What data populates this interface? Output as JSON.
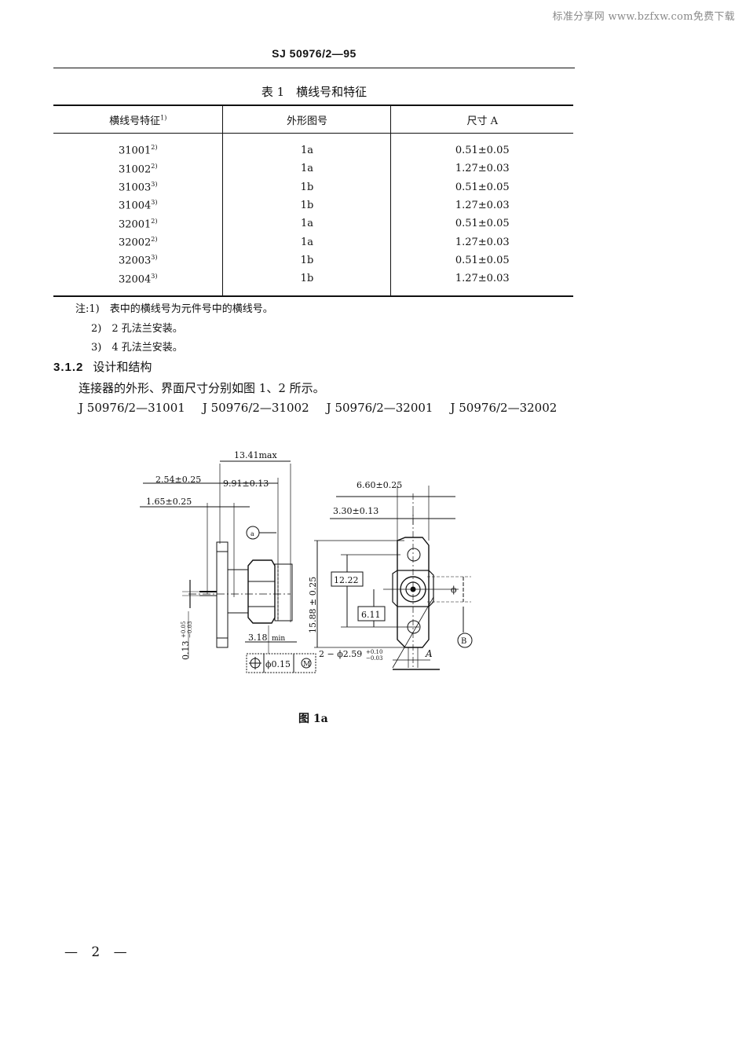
{
  "watermark": "标准分享网 www.bzfxw.com免费下载",
  "header": {
    "standard_code": "SJ 50976/2—95"
  },
  "table1": {
    "title": "表 1　横线号和特征",
    "columns": [
      "横线号特征",
      "外形图号",
      "尺寸 A"
    ],
    "column_note_marker": "1)",
    "rows": [
      {
        "id": "31001",
        "note": "2)",
        "figure": "1a",
        "dim_a": "0.51±0.05"
      },
      {
        "id": "31002",
        "note": "2)",
        "figure": "1a",
        "dim_a": "1.27±0.03"
      },
      {
        "id": "31003",
        "note": "3)",
        "figure": "1b",
        "dim_a": "0.51±0.05"
      },
      {
        "id": "31004",
        "note": "3)",
        "figure": "1b",
        "dim_a": "1.27±0.03"
      },
      {
        "id": "32001",
        "note": "2)",
        "figure": "1a",
        "dim_a": "0.51±0.05"
      },
      {
        "id": "32002",
        "note": "2)",
        "figure": "1a",
        "dim_a": "1.27±0.03"
      },
      {
        "id": "32003",
        "note": "3)",
        "figure": "1b",
        "dim_a": "0.51±0.05"
      },
      {
        "id": "32004",
        "note": "3)",
        "figure": "1b",
        "dim_a": "1.27±0.03"
      }
    ]
  },
  "notes": {
    "n1": "注:1)　表中的横线号为元件号中的横线号。",
    "n2": "2)　2 孔法兰安装。",
    "n3": "3)　4 孔法兰安装。"
  },
  "section": {
    "number": "3.1.2",
    "title": "设计和结构",
    "paragraph": "连接器的外形、界面尺寸分别如图 1、2 所示。",
    "models": [
      "J 50976/2—31001",
      "J 50976/2—31002",
      "J 50976/2—32001",
      "J 50976/2—32002"
    ]
  },
  "figure": {
    "caption": "图 1a",
    "dims": {
      "overall_length": "13.41max",
      "d_2_54": "2.54±0.25",
      "d_9_91": "9.91±0.13",
      "d_1_65": "1.65±0.25",
      "d_6_60": "6.60±0.25",
      "d_3_30": "3.30±0.13",
      "d_15_88": "15.88 ± 0.25",
      "d_12_22": "12.22",
      "d_6_11": "6.11",
      "d_3_18": "3.18",
      "min": "min",
      "pin_dia": "0.13",
      "pin_tol_upper": "+0.05",
      "pin_tol_lower": "−0.03",
      "holes": "2 − ϕ2.59",
      "holes_tol_upper": "+0.10",
      "holes_tol_lower": "−0.03",
      "tolerance_frame": "ϕ0.15",
      "datum_a": "A",
      "datum_m": "M",
      "callout_a": "a",
      "callout_b": "B",
      "phi_symbol": "ϕ"
    }
  },
  "footer": {
    "page": "— 2 —"
  }
}
